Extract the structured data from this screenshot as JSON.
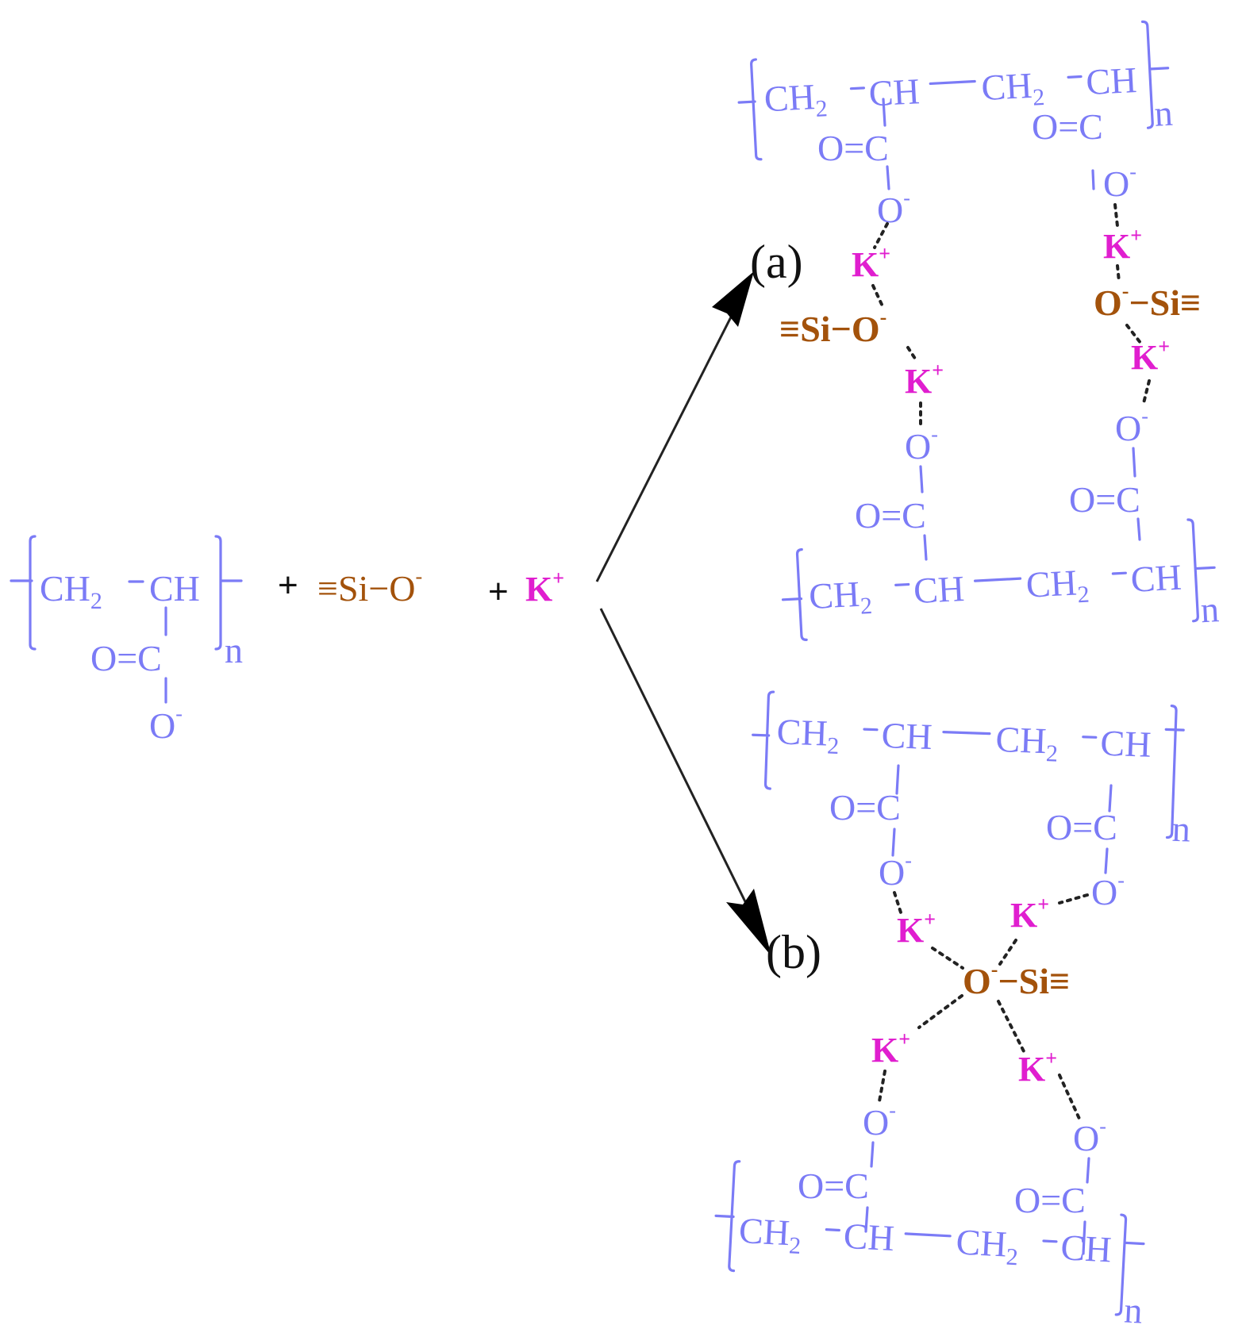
{
  "figure": {
    "type": "reaction-scheme",
    "colors": {
      "polymer": "#7b7bf6",
      "silicate": "#a3520b",
      "potassium": "#e01ecf",
      "arrows_and_labels": "#111111"
    },
    "reactants": {
      "polymer_unit": {
        "chain_ch2": "CH",
        "chain_ch2_sub": "2",
        "chain_ch": "CH",
        "carbonyl": "O=C",
        "carboxylate_o": "O",
        "charge_minus": "-",
        "repeat_n": "n"
      },
      "plus_1": "+",
      "silicate": {
        "bond": "≡",
        "si": "Si",
        "dash": "−",
        "o": "O",
        "charge": "-"
      },
      "plus_2": "+",
      "potassium": {
        "k": "K",
        "charge": "+"
      }
    },
    "pathways": [
      {
        "label": "(a)",
        "description": "Bridging: each silicate O⁻ coordinated by two K⁺ linking carboxylates of two polymer chains"
      },
      {
        "label": "(b)",
        "description": "Single silicate O⁻ coordinated by four K⁺ linking four carboxylates of two polymer chains"
      }
    ],
    "text": {
      "ch": "CH",
      "ch2": "CH",
      "two": "2",
      "oc": "O=C",
      "o": "O",
      "minus": "-",
      "n": "n",
      "k": "K",
      "plus": "+",
      "si": "Si",
      "triple": "≡",
      "dash": "−",
      "long_bond": "—",
      "label_a": "(a)",
      "label_b": "(b)"
    }
  }
}
